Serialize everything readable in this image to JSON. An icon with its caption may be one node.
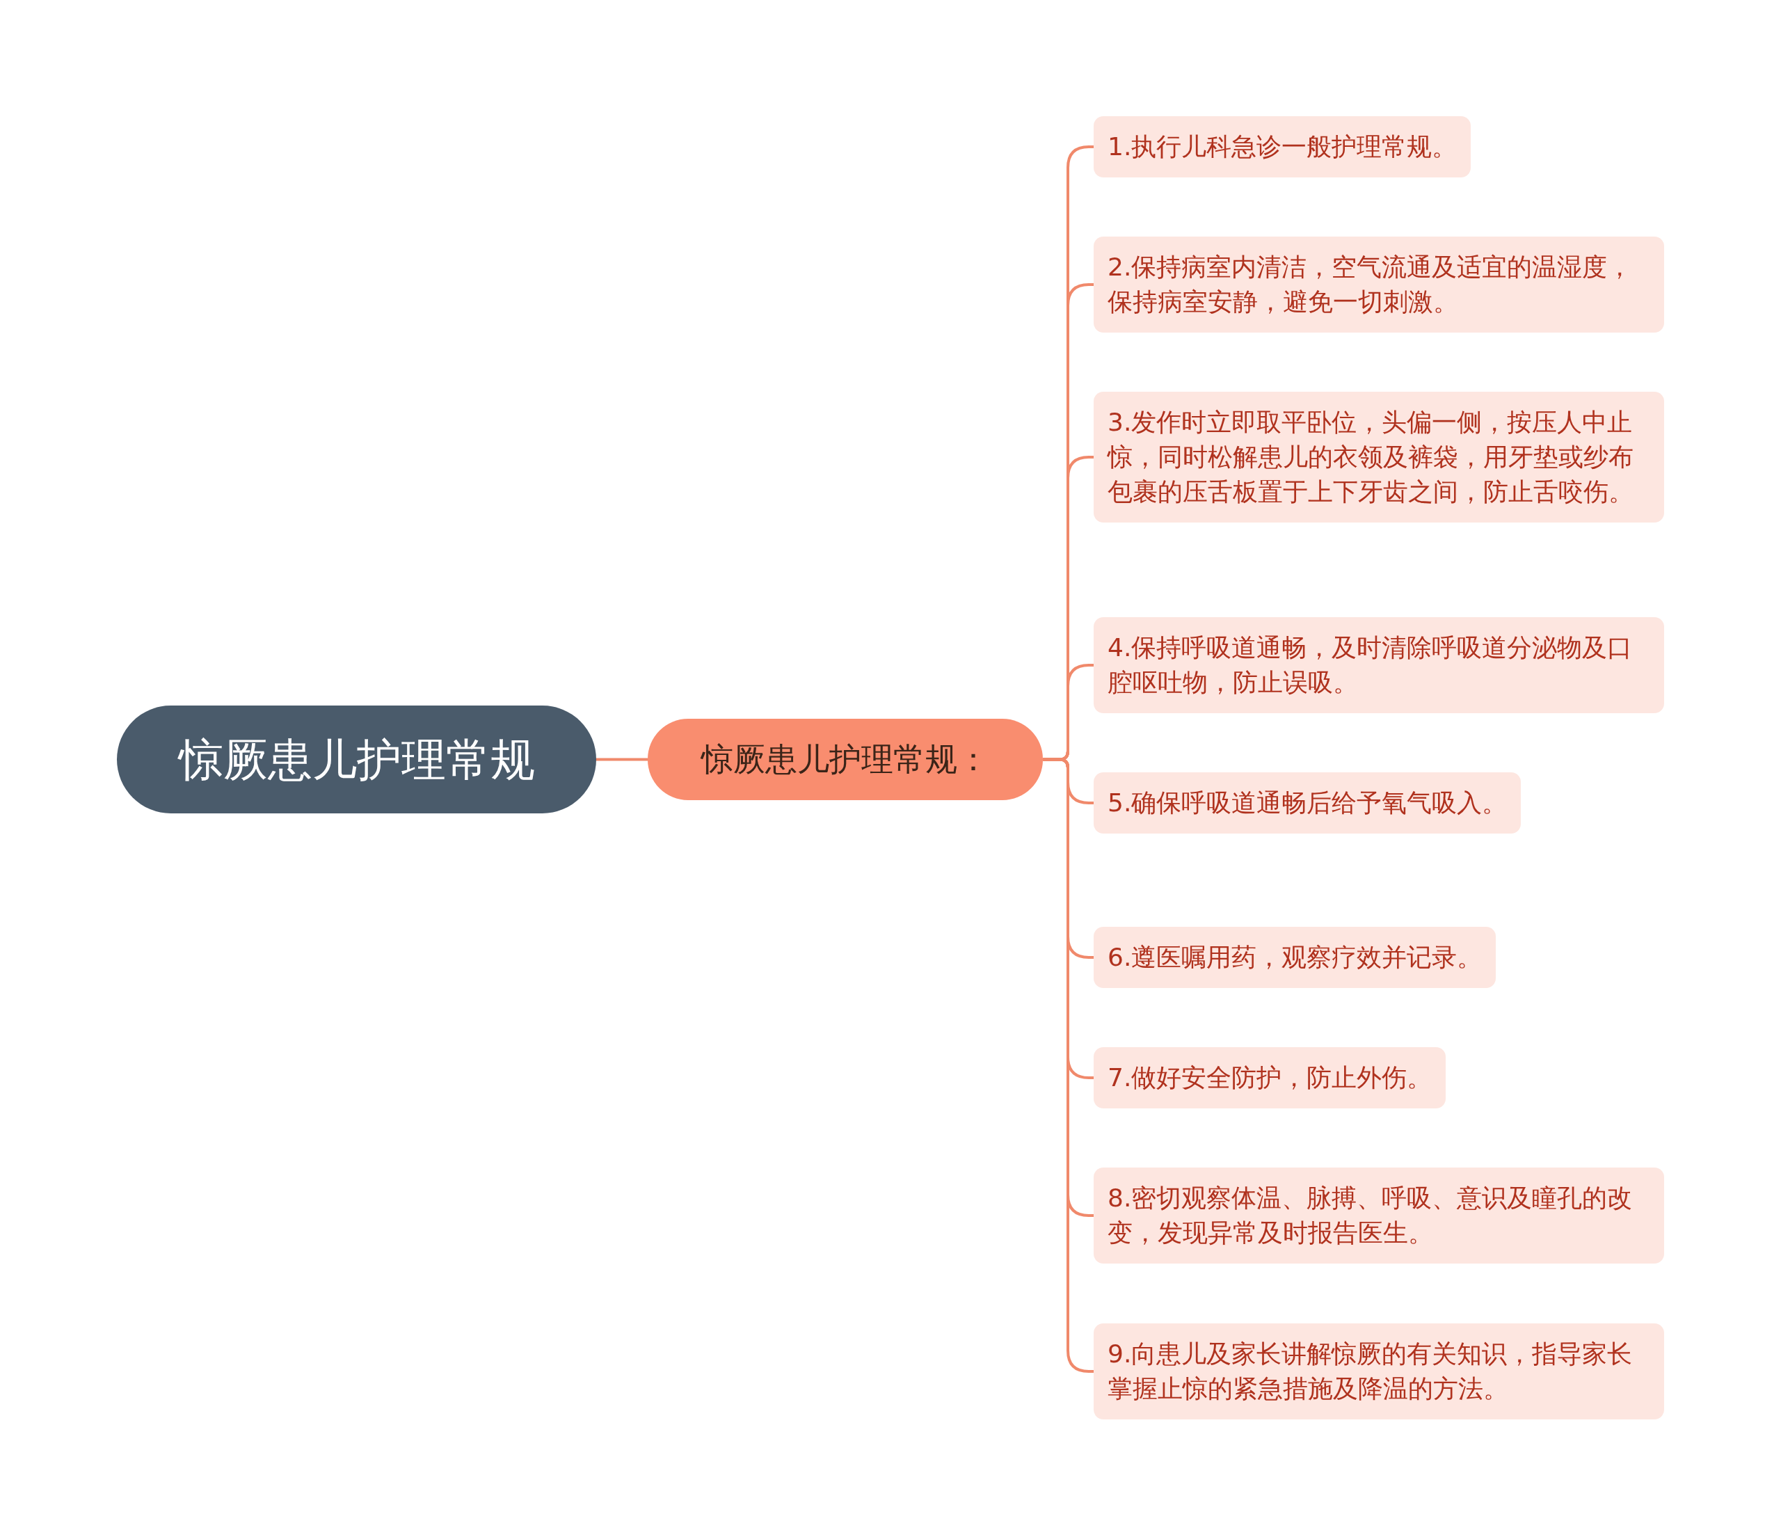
{
  "diagram": {
    "nodes": [
      {
        "text": [
          "惊厥患儿护理常规"
        ]
      },
      {
        "text": [
          "惊厥患儿护理常规："
        ]
      },
      {
        "text": [
          "1.执行儿科急诊一般护理常规。"
        ]
      },
      {
        "text": [
          "2.保持病室内清洁，空气流通及适宜的温湿度，保持病室安静，避免一切刺激。"
        ]
      },
      {
        "text": [
          "3.发作时立即取平卧位，头偏一侧，按压人中止惊，同时松解患儿的衣领及裤袋，用牙垫或纱布包裹的压舌板置于上下牙齿之间，防止舌咬伤。"
        ]
      },
      {
        "text": [
          "4.保持呼吸道通畅，及时清除呼吸道分泌物及口腔呕吐物，防止误吸。"
        ]
      },
      {
        "text": [
          "5.确保呼吸道通畅后给予氧气吸入。"
        ]
      },
      {
        "text": [
          "6.遵医嘱用药，观察疗效并记录。"
        ]
      },
      {
        "text": [
          "7.做好安全防护，防止外伤。"
        ]
      },
      {
        "text": [
          "8.密切观察体温、脉搏、呼吸、意识及瞳孔的改变，发现异常及时报告医生。"
        ]
      },
      {
        "text": [
          "9.向患儿及家长讲解惊厥的有关知识，指导家长掌握止惊的紧急措施及降温的方法。"
        ]
      }
    ],
    "edges": [
      {
        "from": 0,
        "to": 1,
        "arrow": "none"
      },
      {
        "from": 1,
        "to": 2,
        "arrow": "none"
      },
      {
        "from": 1,
        "to": 3,
        "arrow": "none"
      },
      {
        "from": 1,
        "to": 4,
        "arrow": "none"
      },
      {
        "from": 1,
        "to": 5,
        "arrow": "none"
      },
      {
        "from": 1,
        "to": 6,
        "arrow": "none"
      },
      {
        "from": 1,
        "to": 7,
        "arrow": "none"
      },
      {
        "from": 1,
        "to": 8,
        "arrow": "none"
      },
      {
        "from": 1,
        "to": 9,
        "arrow": "none"
      },
      {
        "from": 1,
        "to": 10,
        "arrow": "none"
      }
    ]
  }
}
